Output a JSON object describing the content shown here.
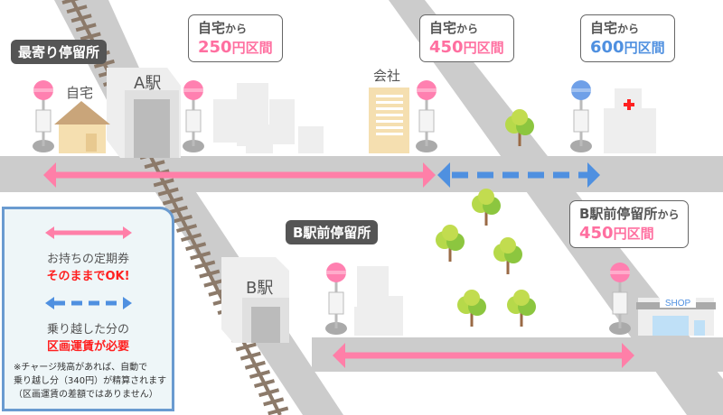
{
  "tags": {
    "nearest_stop": "最寄り停留所",
    "b_station_stop": "B駅前停留所"
  },
  "places": {
    "home": "自宅",
    "company": "会社",
    "station_a": "A駅",
    "station_b": "B駅",
    "shop": "SHOP"
  },
  "bubbles": [
    {
      "line1_main": "自宅",
      "line1_suffix": "から",
      "fare": "250",
      "fare_suffix": "円区間",
      "color": "#ff6fa0"
    },
    {
      "line1_main": "自宅",
      "line1_suffix": "から",
      "fare": "450",
      "fare_suffix": "円区間",
      "color": "#ff6fa0"
    },
    {
      "line1_main": "自宅",
      "line1_suffix": "から",
      "fare": "600",
      "fare_suffix": "円区間",
      "color": "#4f90e0"
    },
    {
      "line1_main": "B駅前停留所",
      "line1_suffix": "から",
      "fare": "450",
      "fare_suffix": "円区間",
      "color": "#ff6fa0"
    }
  ],
  "legend": {
    "pass_label": "お持ちの定期券",
    "pass_ok": "そのままでOK!",
    "extra_label": "乗り越した分の",
    "extra_required": "区画運賃が必要",
    "note_line1": "※チャージ残高があれば、自動で",
    "note_line2": "乗り越し分（340円）が精算されます",
    "note_line3": "（区画運賃の差額ではありません）"
  },
  "colors": {
    "pass_arrow": "#ff7fa8",
    "extra_arrow": "#4f90e0",
    "road": "#cccccc",
    "rail": "#8c7a6a",
    "legend_border": "#6a9bd0"
  }
}
